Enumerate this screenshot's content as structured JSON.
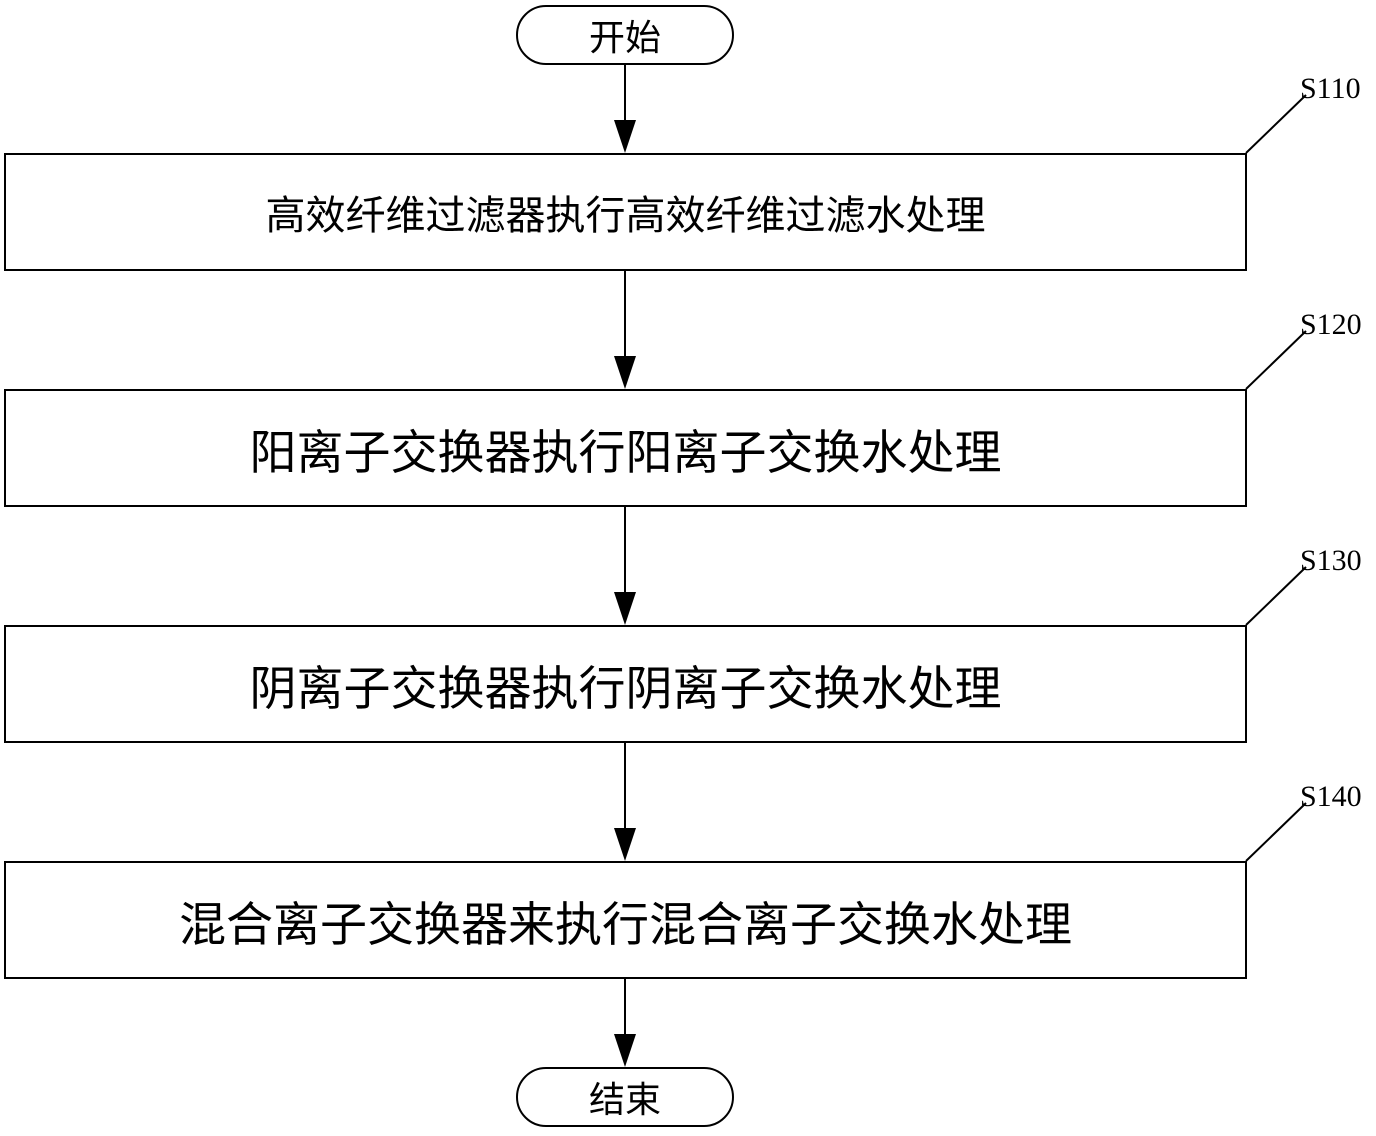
{
  "flowchart": {
    "start": "开始",
    "end": "结束",
    "steps": [
      {
        "id": "S110",
        "text": "高效纤维过滤器执行高效纤维过滤水处理"
      },
      {
        "id": "S120",
        "text": "阳离子交换器执行阳离子交换水处理"
      },
      {
        "id": "S130",
        "text": "阴离子交换器执行阴离子交换水处理"
      },
      {
        "id": "S140",
        "text": "混合离子交换器来执行混合离子交换水处理"
      }
    ]
  }
}
